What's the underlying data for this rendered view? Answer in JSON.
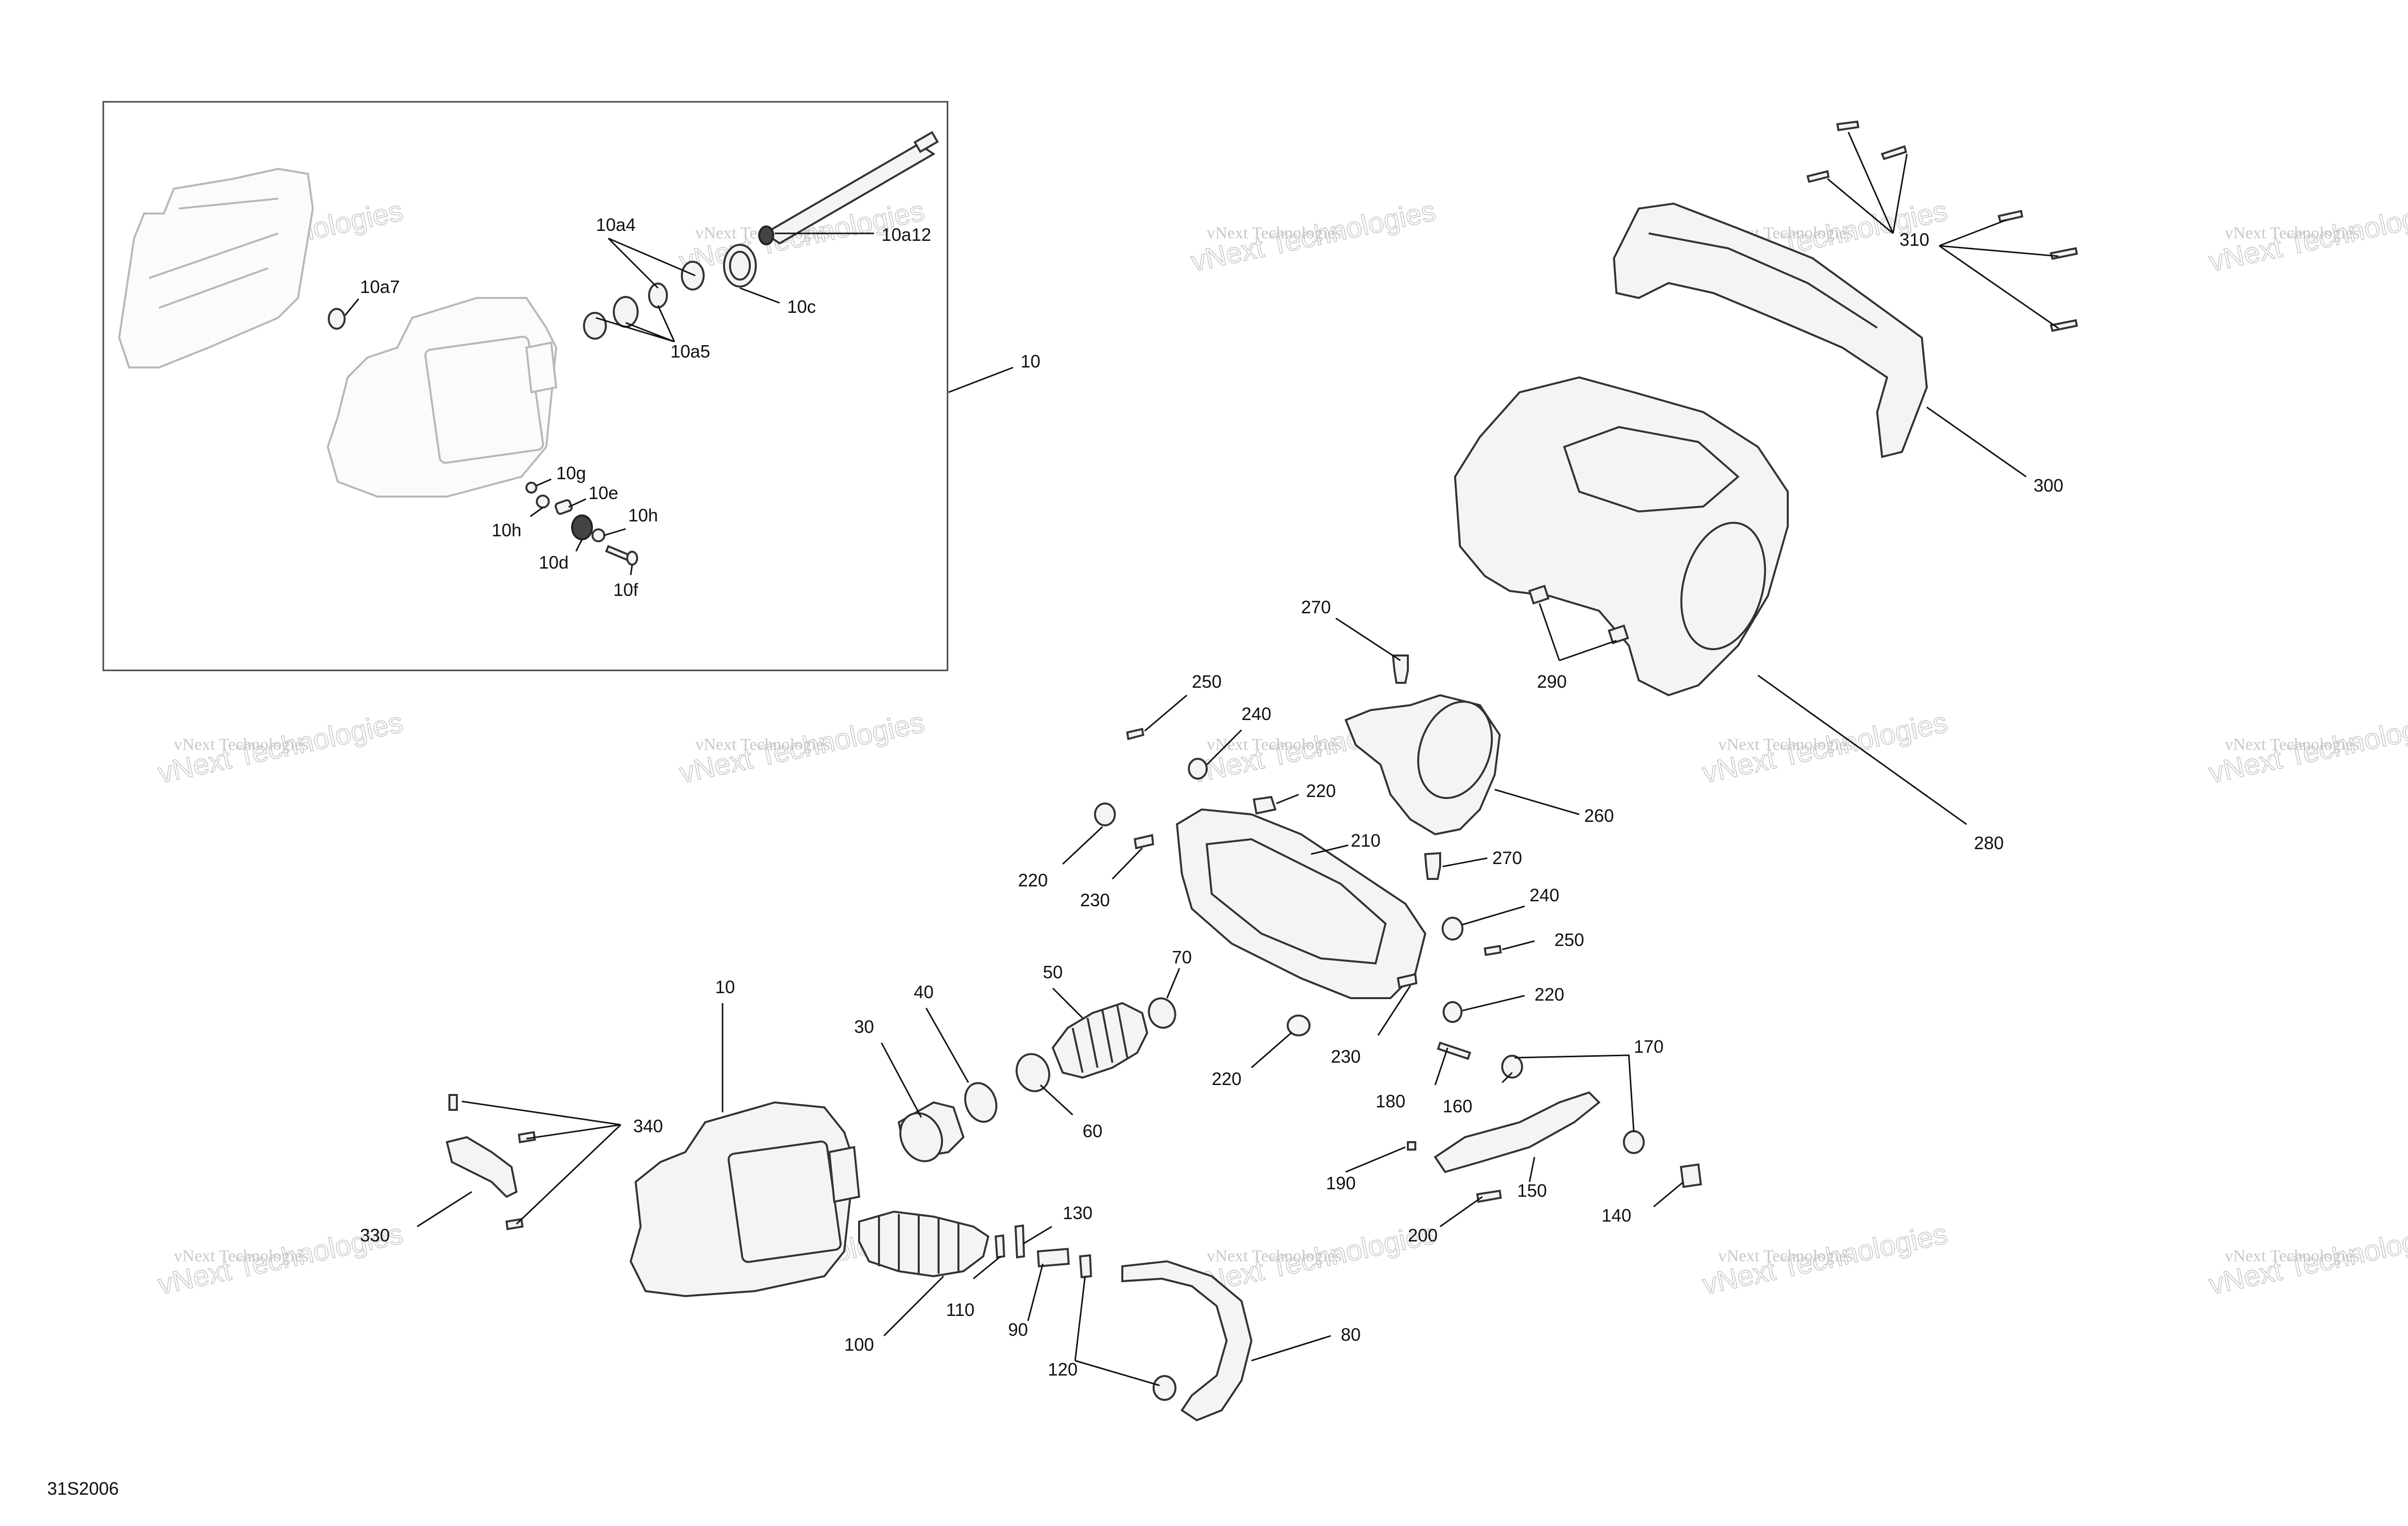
{
  "diagram_code": "31S2006",
  "watermark": {
    "line1": "vNext Technologies",
    "line2": "vNext Technologies"
  },
  "labels": {
    "l10_inset": "10",
    "l10a12": "10a12",
    "l10a4": "10a4",
    "l10c": "10c",
    "l10a7": "10a7",
    "l10a5": "10a5",
    "l10g": "10g",
    "l10e": "10e",
    "l10h_a": "10h",
    "l10h_b": "10h",
    "l10d": "10d",
    "l10f": "10f",
    "l310": "310",
    "l300": "300",
    "l270_a": "270",
    "l290": "290",
    "l250_a": "250",
    "l240_a": "240",
    "l220_a": "220",
    "l210": "210",
    "l260": "260",
    "l280": "280",
    "l220_b": "220",
    "l230_a": "230",
    "l270_b": "270",
    "l240_b": "240",
    "l250_b": "250",
    "l220_c": "220",
    "l230_b": "230",
    "l220_d": "220",
    "l10_main": "10",
    "l40": "40",
    "l30": "30",
    "l50": "50",
    "l70": "70",
    "l60": "60",
    "l170": "170",
    "l180": "180",
    "l160": "160",
    "l190": "190",
    "l150": "150",
    "l140": "140",
    "l200": "200",
    "l340": "340",
    "l330": "330",
    "l130": "130",
    "l110": "110",
    "l90": "90",
    "l100": "100",
    "l120": "120",
    "l80": "80"
  }
}
